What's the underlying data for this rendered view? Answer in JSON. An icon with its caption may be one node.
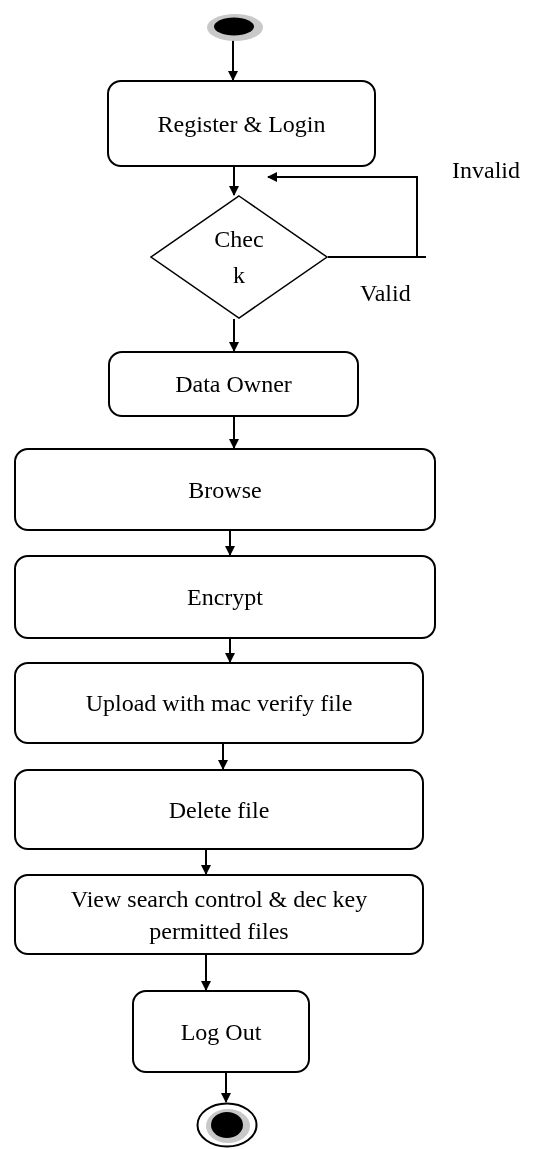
{
  "diagram": {
    "nodes": [
      {
        "text": [],
        "shape": "circle"
      },
      {
        "text": [
          "Register & Login"
        ]
      },
      {
        "text": [
          "Chec k"
        ]
      },
      {
        "text": [
          "Data Owner"
        ]
      },
      {
        "text": [
          "Browse"
        ]
      },
      {
        "text": [
          "Encrypt"
        ]
      },
      {
        "text": [
          "Upload with mac verify file"
        ]
      },
      {
        "text": [
          "Delete file"
        ]
      },
      {
        "text": [
          "View search control & dec key permitted files"
        ]
      },
      {
        "text": [
          "Log Out"
        ]
      },
      {
        "text": [],
        "shape": "circle"
      }
    ],
    "edges": [
      {
        "from": 0,
        "to": 1,
        "arrow": "to"
      },
      {
        "from": 1,
        "to": 2,
        "arrow": "to"
      },
      {
        "from": 2,
        "to": 1,
        "arrow": "to",
        "label": "Invalid"
      },
      {
        "from": 2,
        "to": 3,
        "arrow": "to"
      },
      {
        "from": 3,
        "to": 4,
        "arrow": "to"
      },
      {
        "from": 4,
        "to": 5,
        "arrow": "to"
      },
      {
        "from": 5,
        "to": 6,
        "arrow": "to"
      },
      {
        "from": 6,
        "to": 7,
        "arrow": "to"
      },
      {
        "from": 7,
        "to": 8,
        "arrow": "to"
      },
      {
        "from": 8,
        "to": 9,
        "arrow": "to"
      },
      {
        "from": 9,
        "to": 10,
        "arrow": "to"
      }
    ],
    "labels": [
      "Valid"
    ]
  }
}
